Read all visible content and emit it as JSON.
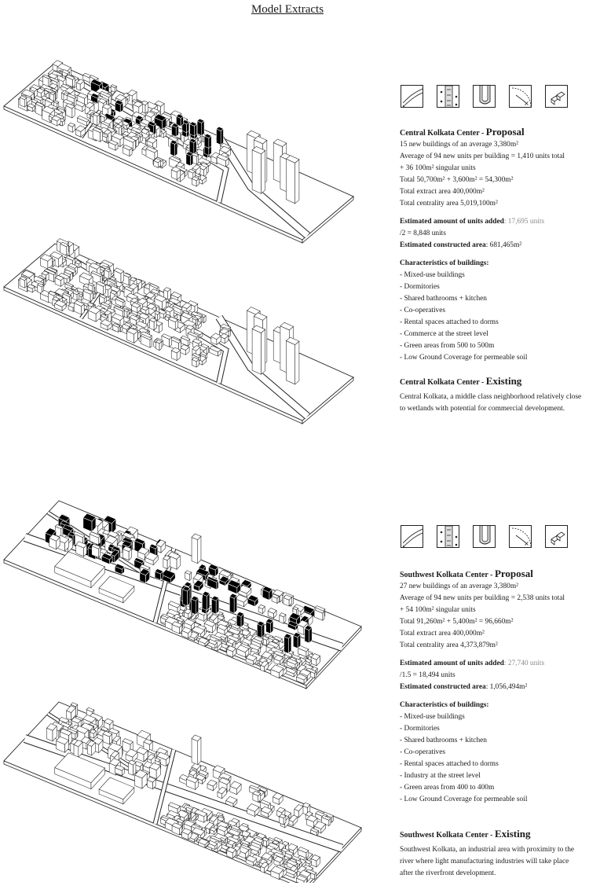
{
  "title": "Model Extracts",
  "sections": [
    {
      "proposal_heading": {
        "prefix": "Central Kolkata Center - ",
        "emph": "Proposal"
      },
      "stats": [
        "15 new buildings of an average 3,380m²",
        "Average of 94 new units per building = 1,410 units total",
        "+ 36 100m² singular units",
        "Total 50,700m² + 3,600m² = 54,300m²",
        "Total extract area 400,000m²",
        "Total centrality area 5,019,100m²"
      ],
      "units": {
        "label": "Estimated amount of units added",
        "value": ": 17,695 units",
        "divided": "/2 = 8,848 units",
        "constructed_label": "Estimated constructed area",
        "constructed_value": ": 681,465m²"
      },
      "characteristics_title": "Characteristics of buildings:",
      "characteristics": [
        "Mixed-use buildings",
        "Dormitories",
        "Shared bathrooms + kitchen",
        "Co-operatives",
        "Rental spaces attached to dorms",
        "Commerce at the street level",
        "Green areas from 500 to 500m",
        "Low Ground Coverage for permeable soil"
      ],
      "existing_heading": {
        "prefix": "Central Kolkata Center - ",
        "emph": "Existing"
      },
      "existing_text": "Central Kolkata, a middle class neighborhood relatively close to wetlands with potential for commercial development."
    },
    {
      "proposal_heading": {
        "prefix": "Southwest Kolkata Center - ",
        "emph": "Proposal"
      },
      "stats": [
        "27 new buildings of an average 3,380m²",
        "Average of 94 new units per building = 2,538 units total",
        "+ 54 100m² singular units",
        "Total 91,260m² + 5,400m² = 96,660m²",
        "Total extract area 400,000m²",
        "Total centrality area 4,373,879m²"
      ],
      "units": {
        "label": "Estimated amount of units added",
        "value": ": 27,740 units",
        "divided": "/1.5 = 18,494 units",
        "constructed_label": "Estimated constructed area",
        "constructed_value": ": 1,056,494m²"
      },
      "characteristics_title": "Characteristics of buildings:",
      "characteristics": [
        "Mixed-use buildings",
        "Dormitories",
        "Shared bathrooms + kitchen",
        "Co-operatives",
        "Rental spaces attached to dorms",
        "Industry at the street level",
        "Green areas from 400 to 400m",
        "Low Ground Coverage for permeable soil"
      ],
      "existing_heading": {
        "prefix": "Southwest Kolkata Center - ",
        "emph": "Existing"
      },
      "existing_text": "Southwest Kolkata, an industrial area with proximity to the river where light manufacturing industries will take place after the riverfront development."
    }
  ],
  "colors": {
    "ink": "#1a1a1a",
    "muted": "#8a8a8a",
    "proposed_building": "#000000",
    "existing_building": "#ffffff"
  },
  "icon_names": [
    "green-corridor-icon",
    "ventilation-icon",
    "courtyard-icon",
    "proximity-radius-icon",
    "building-blocks-icon"
  ]
}
